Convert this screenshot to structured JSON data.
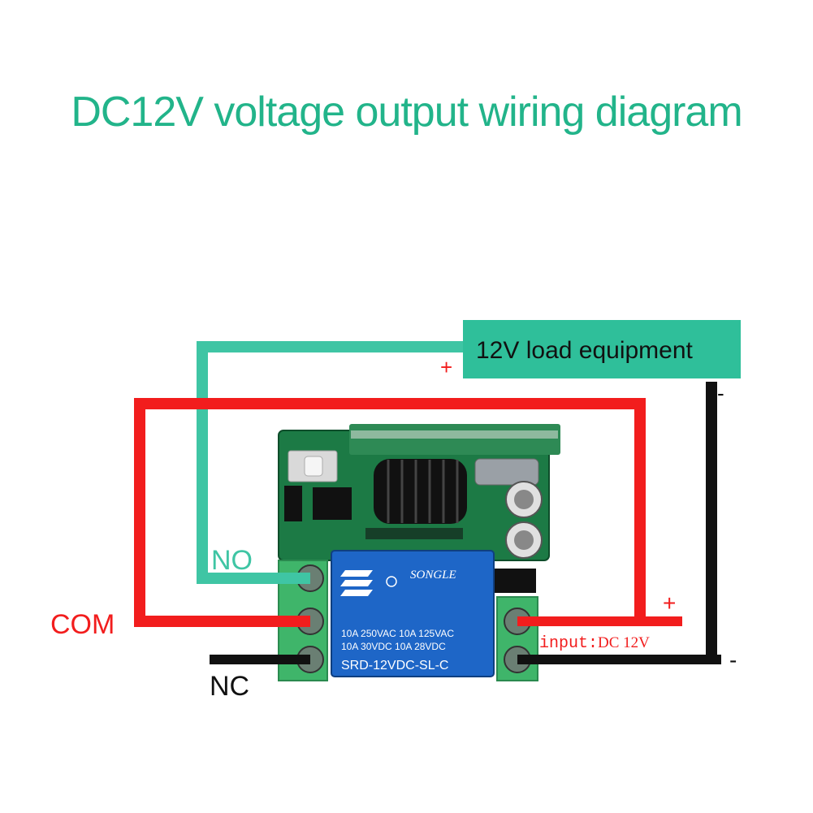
{
  "title": "DC12V voltage output wiring diagram",
  "load_box": {
    "label": "12V load equipment"
  },
  "relay_outputs": {
    "no": "NO",
    "com": "COM",
    "nc": "NC"
  },
  "input": {
    "label_prefix": "input:",
    "label_value": "DC 12V",
    "plus": "+",
    "minus": "-"
  },
  "load_terminals": {
    "plus": "+",
    "minus": "-"
  },
  "relay": {
    "brand": "SONGLE",
    "rating_line1": "10A 250VAC  10A 125VAC",
    "rating_line2": "10A  30VDC  10A  28VDC",
    "model": "SRD-12VDC-SL-C"
  },
  "colors": {
    "title": "#22b48a",
    "teal_wire": "#3fc5a4",
    "red_wire": "#f21d1d",
    "black_wire": "#111111",
    "load_box": "#2fbf9a",
    "pcb": "#1c7a45",
    "terminal": "#3fb56a",
    "relay": "#1e66c7"
  }
}
